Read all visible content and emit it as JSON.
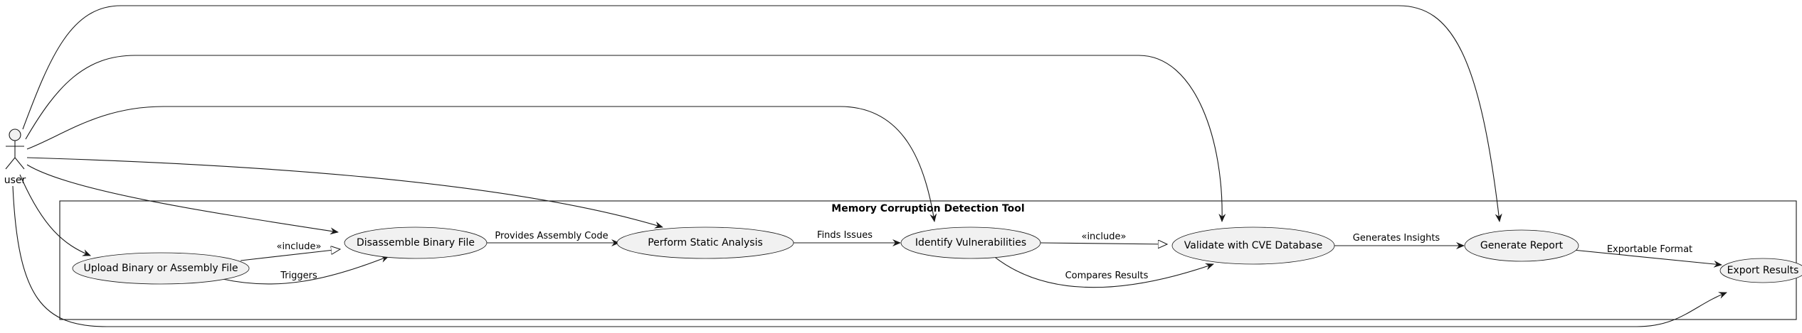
{
  "actor": {
    "name": "user"
  },
  "system": {
    "title": "Memory Corruption Detection Tool"
  },
  "use_cases": {
    "upload": "Upload Binary or Assembly File",
    "disassemble": "Disassemble Binary File",
    "static": "Perform Static Analysis",
    "identify": "Identify Vulnerabilities",
    "validate": "Validate with CVE Database",
    "report": "Generate Report",
    "export": "Export Results"
  },
  "relations": {
    "upload_include": "«include»",
    "upload_triggers": "Triggers",
    "provides": "Provides Assembly Code",
    "finds": "Finds Issues",
    "identify_include": "«include»",
    "compares": "Compares Results",
    "generates": "Generates Insights",
    "exportable": "Exportable Format"
  }
}
